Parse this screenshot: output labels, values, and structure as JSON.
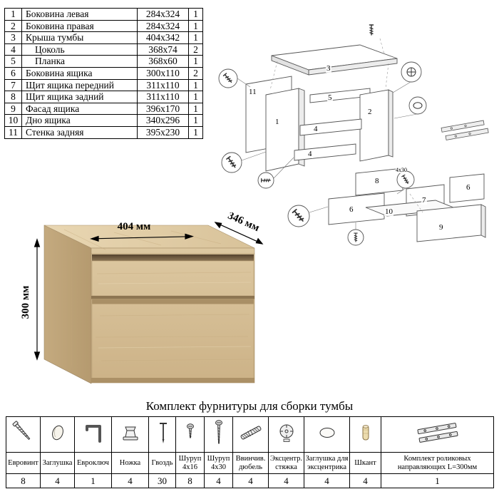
{
  "parts_table": {
    "rows": [
      {
        "num": "1",
        "name": "Боковина левая",
        "size": "284х324",
        "qty": "1"
      },
      {
        "num": "2",
        "name": "Боковина правая",
        "size": "284х324",
        "qty": "1"
      },
      {
        "num": "3",
        "name": "Крыша тумбы",
        "size": "404х342",
        "qty": "1"
      },
      {
        "num": "4",
        "name": "Цоколь",
        "size": "368х74",
        "qty": "2"
      },
      {
        "num": "5",
        "name": "Планка",
        "size": "368х60",
        "qty": "1"
      },
      {
        "num": "6",
        "name": "Боковина ящика",
        "size": "300х110",
        "qty": "2"
      },
      {
        "num": "7",
        "name": "Щит ящика передний",
        "size": "311х110",
        "qty": "1"
      },
      {
        "num": "8",
        "name": "Щит ящика задний",
        "size": "311х110",
        "qty": "1"
      },
      {
        "num": "9",
        "name": "Фасад ящика",
        "size": "396х170",
        "qty": "1"
      },
      {
        "num": "10",
        "name": "Дно ящика",
        "size": "340х296",
        "qty": "1"
      },
      {
        "num": "11",
        "name": "Стенка задняя",
        "size": "395х230",
        "qty": "1"
      }
    ]
  },
  "product_render": {
    "width_label": "404 мм",
    "depth_label": "346 мм",
    "height_label": "300 мм",
    "wood_color": "#d8c29b"
  },
  "exploded_view": {
    "note": "4х30",
    "labels": [
      {
        "t": "3"
      },
      {
        "t": "11"
      },
      {
        "t": "1"
      },
      {
        "t": "5"
      },
      {
        "t": "2"
      },
      {
        "t": "4"
      },
      {
        "t": "4"
      },
      {
        "t": "8"
      },
      {
        "t": "6"
      },
      {
        "t": "6"
      },
      {
        "t": "7"
      },
      {
        "t": "10"
      },
      {
        "t": "9"
      }
    ]
  },
  "hardware": {
    "title": "Комплект фурнитуры для сборки тумбы",
    "items": [
      {
        "icon": "euro-screw-icon",
        "label": "Евровинт",
        "qty": "8"
      },
      {
        "icon": "cap-plug-icon",
        "label": "Заглушка",
        "qty": "4"
      },
      {
        "icon": "hex-key-icon",
        "label": "Евроключ",
        "qty": "1"
      },
      {
        "icon": "leg-icon",
        "label": "Ножка",
        "qty": "4"
      },
      {
        "icon": "nail-icon",
        "label": "Гвоздь",
        "qty": "30"
      },
      {
        "icon": "screw-4x16-icon",
        "label": "Шуруп 4х16",
        "qty": "8"
      },
      {
        "icon": "screw-4x30-icon",
        "label": "Шуруп 4х30",
        "qty": "4"
      },
      {
        "icon": "dowel-screw-icon",
        "label": "Ввинчив. дюбель",
        "qty": "4"
      },
      {
        "icon": "cam-lock-icon",
        "label": "Эксцентр. стяжка",
        "qty": "4"
      },
      {
        "icon": "cam-cap-icon",
        "label": "Заглушка для эксцентрика",
        "qty": "4"
      },
      {
        "icon": "wood-dowel-icon",
        "label": "Шкант",
        "qty": "4"
      },
      {
        "icon": "drawer-slides-icon",
        "label": "Комплект роликовых направляющих L=300мм",
        "qty": "1"
      }
    ]
  }
}
